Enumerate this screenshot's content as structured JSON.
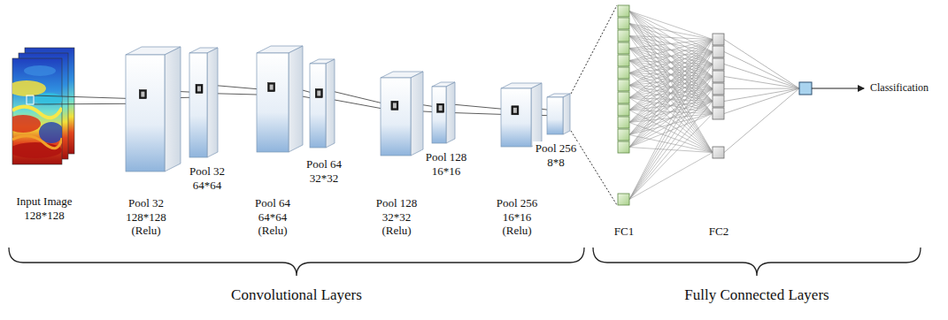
{
  "diagram": {
    "labels": [
      "Input Image 128*128",
      "Pool 32 128*128 (Relu)",
      "Pool 32 64*64",
      "Pool 64 64*64 (Relu)",
      "Pool 64 32*32",
      "Pool 128 32*32 (Relu)",
      "Pool 128 16*16",
      "Pool 256 16*16 (Relu)",
      "Pool 256 8*8",
      "FC1",
      "FC2",
      "Classification",
      "Convolutional Layers",
      "Fully Connected Layers"
    ]
  }
}
